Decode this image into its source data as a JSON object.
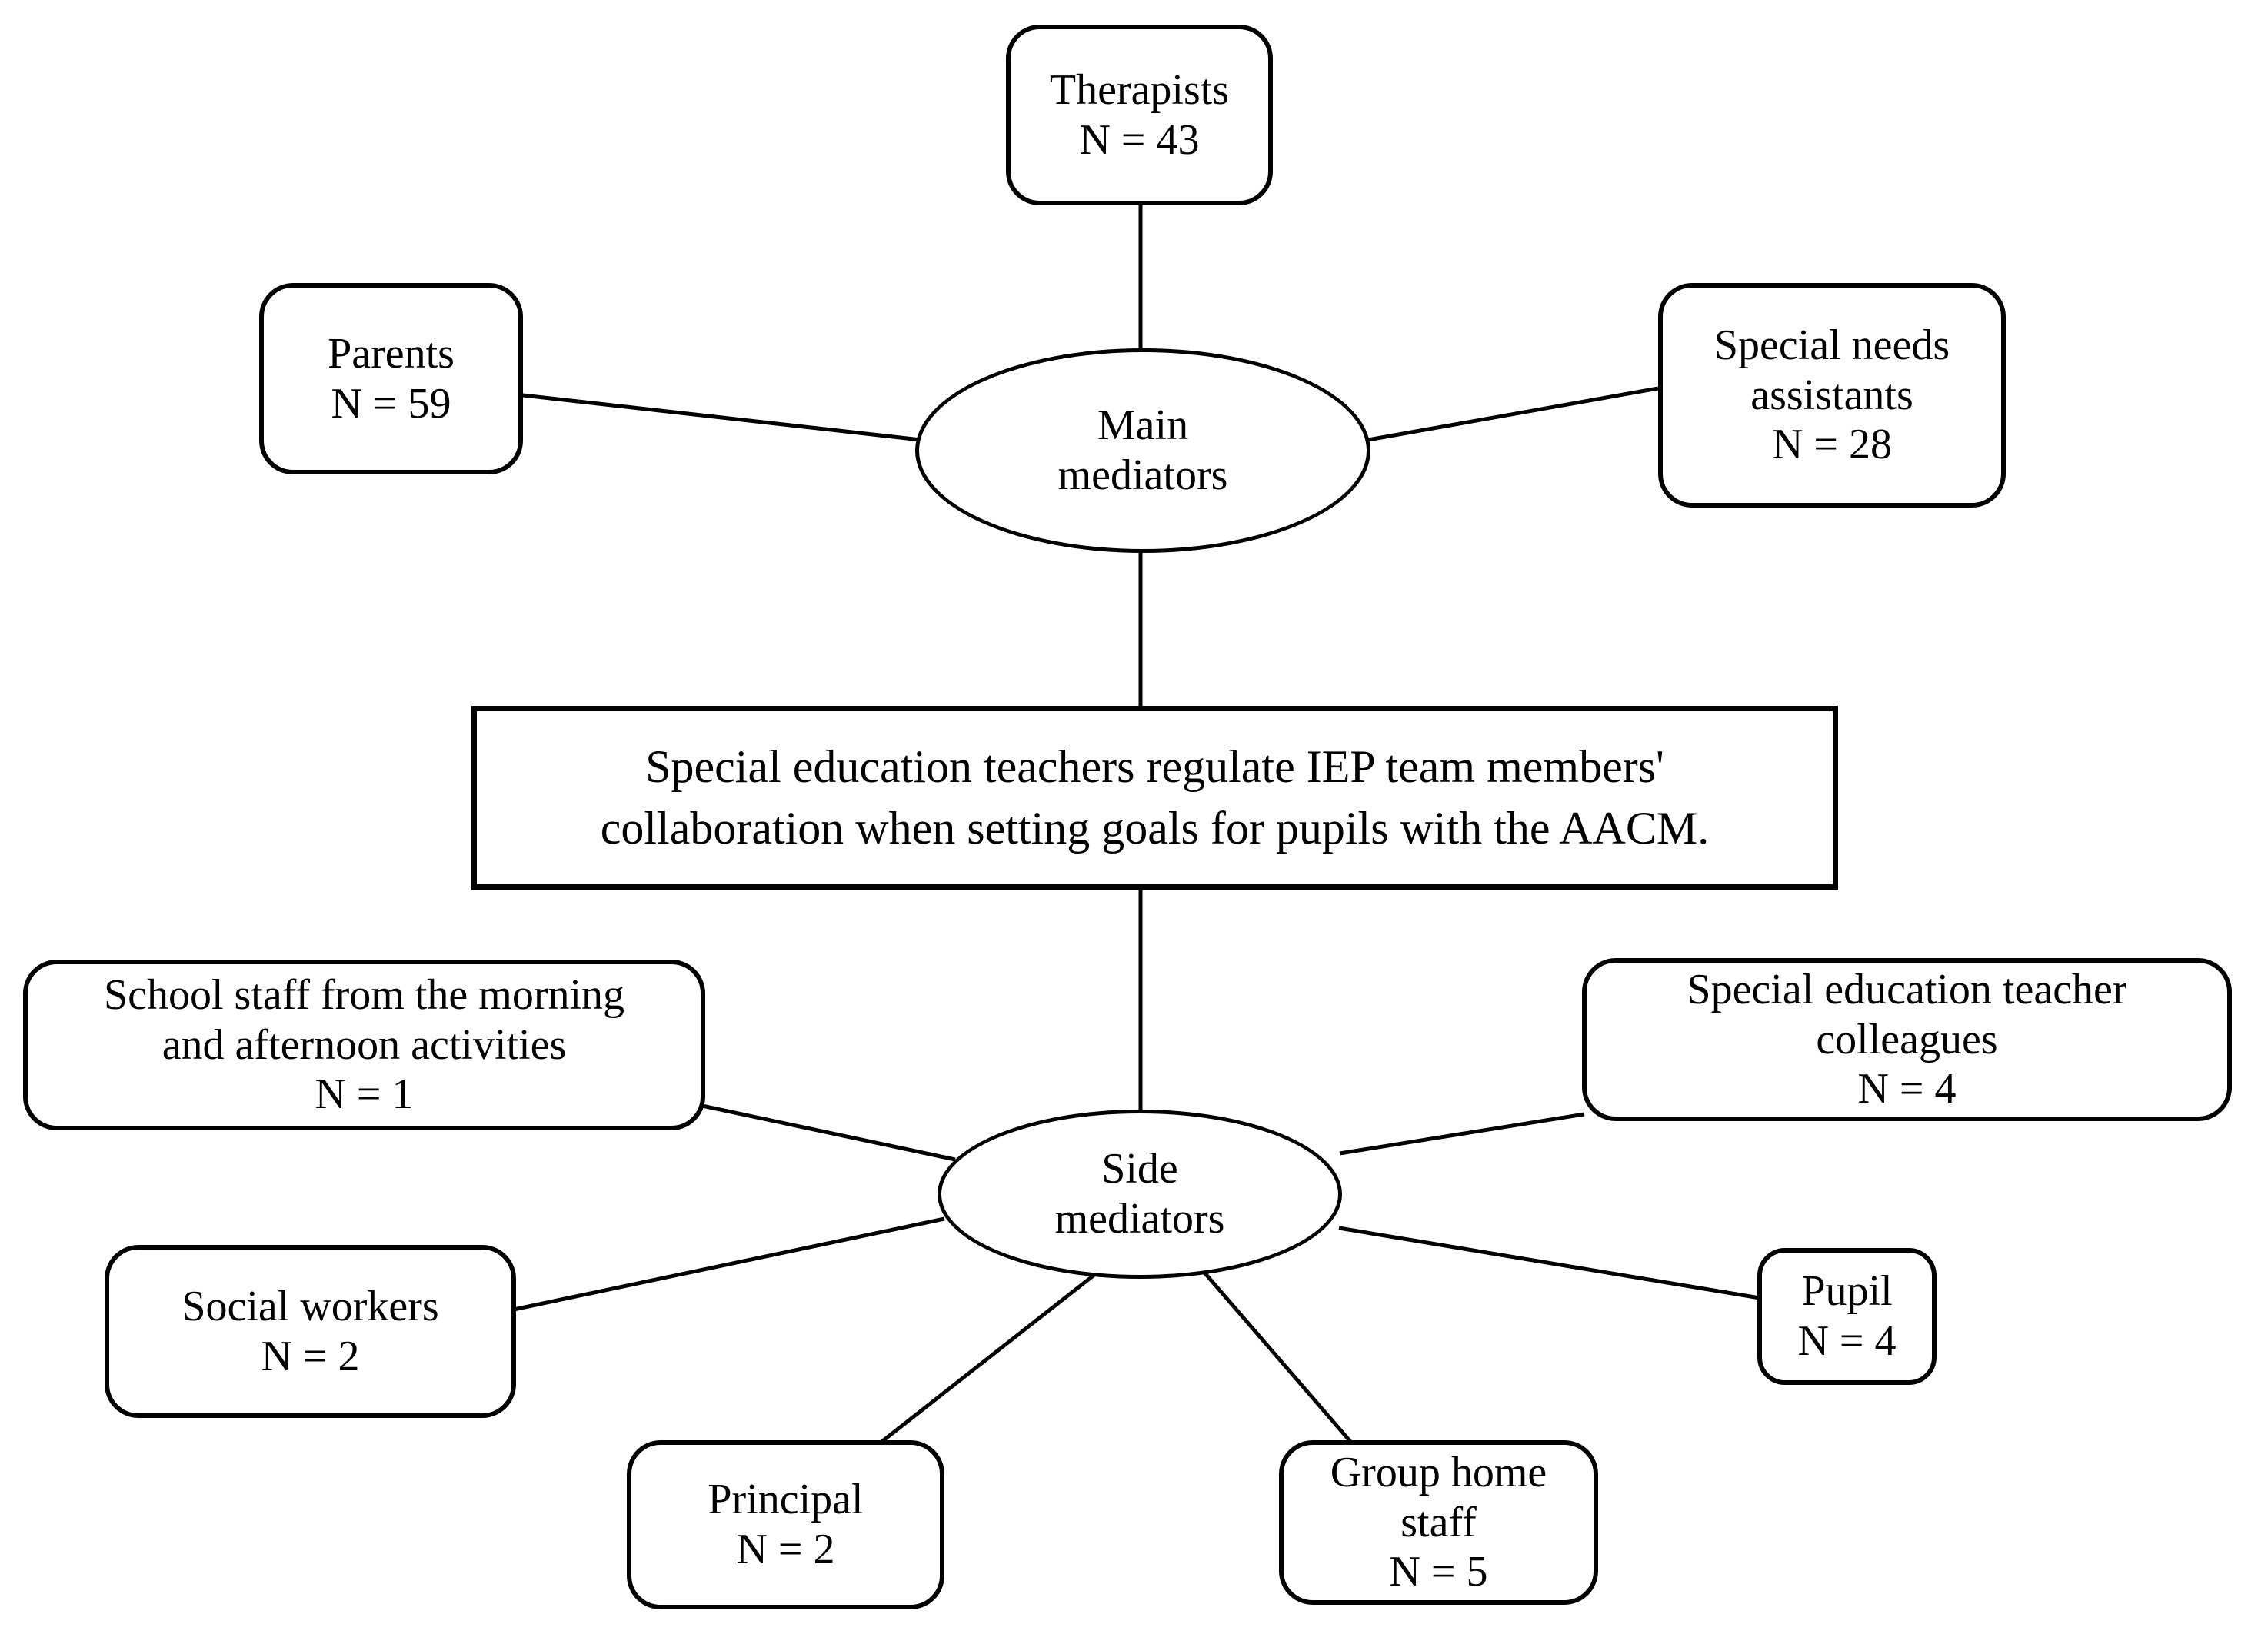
{
  "colors": {
    "stroke": "#000000",
    "background": "#ffffff",
    "text": "#000000"
  },
  "nodes": {
    "therapists": {
      "lines": [
        "Therapists",
        "N = 43"
      ]
    },
    "parents": {
      "lines": [
        "Parents",
        "N = 59"
      ]
    },
    "special_needs_assistants": {
      "lines": [
        "Special needs",
        "assistants",
        "N = 28"
      ]
    },
    "main_mediators": {
      "lines": [
        "Main",
        "mediators"
      ]
    },
    "statement": {
      "lines": [
        "Special education teachers regulate IEP team members'",
        "collaboration when setting goals for pupils with the AACM."
      ]
    },
    "school_staff": {
      "lines": [
        "School staff from the morning",
        "and afternoon activities",
        "N = 1"
      ]
    },
    "teacher_colleagues": {
      "lines": [
        "Special education teacher",
        "colleagues",
        "N = 4"
      ]
    },
    "side_mediators": {
      "lines": [
        "Side",
        "mediators"
      ]
    },
    "social_workers": {
      "lines": [
        "Social workers",
        "N = 2"
      ]
    },
    "pupil": {
      "lines": [
        "Pupil",
        "N = 4"
      ]
    },
    "principal": {
      "lines": [
        "Principal",
        "N = 2"
      ]
    },
    "group_home_staff": {
      "lines": [
        "Group home",
        "staff",
        "N = 5"
      ]
    }
  },
  "edges": [
    {
      "from": "therapists",
      "to": "main_mediators"
    },
    {
      "from": "parents",
      "to": "main_mediators"
    },
    {
      "from": "special_needs_assistants",
      "to": "main_mediators"
    },
    {
      "from": "main_mediators",
      "to": "statement"
    },
    {
      "from": "statement",
      "to": "side_mediators"
    },
    {
      "from": "school_staff",
      "to": "side_mediators"
    },
    {
      "from": "social_workers",
      "to": "side_mediators"
    },
    {
      "from": "side_mediators",
      "to": "teacher_colleagues"
    },
    {
      "from": "side_mediators",
      "to": "pupil"
    },
    {
      "from": "side_mediators",
      "to": "principal"
    },
    {
      "from": "side_mediators",
      "to": "group_home_staff"
    }
  ]
}
